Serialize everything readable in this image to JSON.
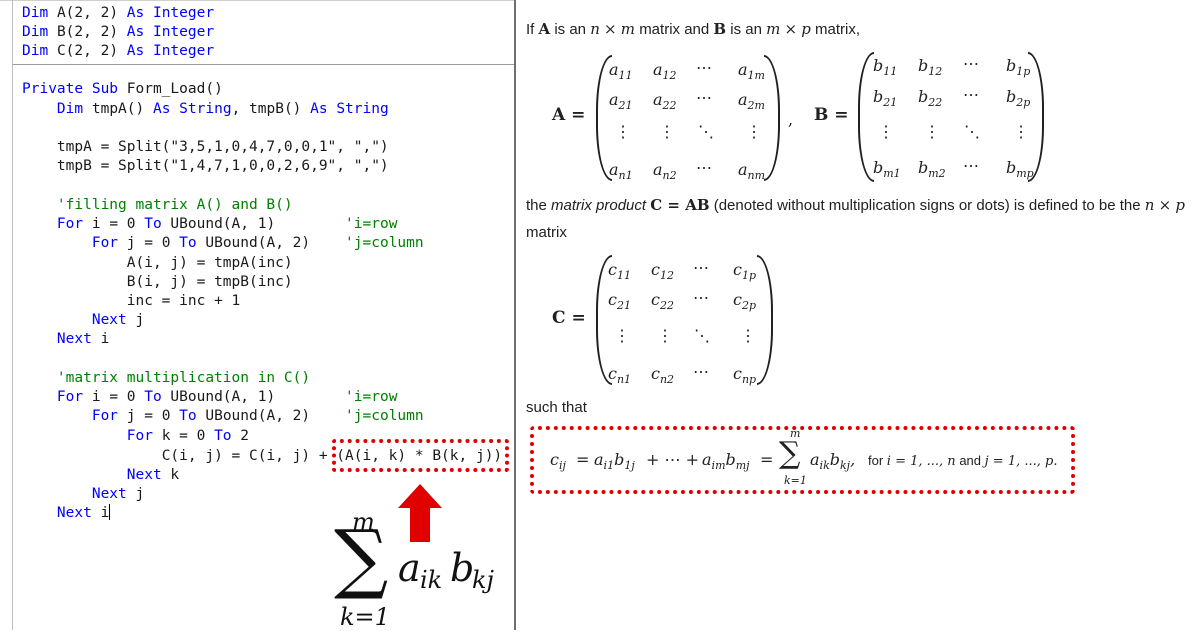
{
  "code": {
    "lines": [
      {
        "y": 4,
        "html_parts": [
          [
            "kw",
            "Dim "
          ],
          [
            "",
            "A(2, 2) "
          ],
          [
            "kw",
            "As Integer"
          ]
        ]
      },
      {
        "y": 23,
        "html_parts": [
          [
            "kw",
            "Dim "
          ],
          [
            "",
            "B(2, 2) "
          ],
          [
            "kw",
            "As Integer"
          ]
        ]
      },
      {
        "y": 42,
        "html_parts": [
          [
            "kw",
            "Dim "
          ],
          [
            "",
            "C(2, 2) "
          ],
          [
            "kw",
            "As Integer"
          ]
        ]
      }
    ],
    "dim_a": "Dim",
    "dim_a_rest": "A(2, 2)",
    "as_integer": "As Integer",
    "dim_b_rest": "B(2, 2)",
    "dim_c_rest": "C(2, 2)",
    "sub_decl_kw": "Private Sub",
    "sub_decl_name": "Form_Load()",
    "dim_tmp_kw": "Dim",
    "dim_tmp_a": "tmpA()",
    "as_string": "As String",
    "dim_tmp_b": ", tmpB()",
    "tmpA_line": "tmpA = Split(\"3,5,1,0,4,7,0,0,1\", \",\")",
    "tmpB_line": "tmpB = Split(\"1,4,7,1,0,0,2,6,9\", \",\")",
    "comment_fill": "'filling matrix A() and B()",
    "for": "For",
    "to": "To",
    "next": "Next",
    "for_i_mid": " i = 0 ",
    "ubound_a1": " UBound(A, 1)",
    "for_j_mid": " j = 0 ",
    "ubound_a2": " UBound(A, 2)",
    "for_k_mid": " k = 0 ",
    "two": " 2",
    "comment_row": "'i=row",
    "comment_col": "'j=column",
    "a_assign": "A(i, j) = tmpA(inc)",
    "b_assign": "B(i, j) = tmpB(inc)",
    "inc_line": "inc = inc + 1",
    "next_j": " j",
    "next_i": " i",
    "next_k": " k",
    "comment_mult": "'matrix multiplication in C()",
    "c_assign_left": "C(i, j) = C(i, j) + ",
    "c_assign_right": "(A(i, k) * B(k, j))"
  },
  "sum_formula": {
    "upper": "m",
    "lower": "k=1",
    "term_a": "a",
    "term_a_sub": "ik",
    "term_b": "b",
    "term_b_sub": "kj"
  },
  "article": {
    "intro_if": "If",
    "intro_A": "A",
    "intro_is_an": "is an",
    "intro_n": "n",
    "intro_x": "×",
    "intro_m": "m",
    "intro_matrix_and": "matrix and",
    "intro_B": "B",
    "intro_is_an2": "is an",
    "intro_m2": "m",
    "intro_p": "p",
    "intro_matrix": "matrix,",
    "product_prefix": "the",
    "product_em": "matrix product",
    "product_C_eq_AB": "C = AB",
    "product_rest": "(denoted without multiplication signs or dots) is defined to be the",
    "product_n": "n",
    "product_x": "×",
    "product_p": "p",
    "product_matrix": "matrix",
    "such_that": "such that",
    "matrix_A_label": "A =",
    "matrix_B_label": "B =",
    "comma": ",",
    "matrix_C_label": "C =",
    "formula_left": "c",
    "formula_left_sub": "ij",
    "formula_rest": " = a",
    "formula_for": "for",
    "formula_i_range": "i = 1, ..., n",
    "formula_and": "and",
    "formula_j_range": "j = 1, ..., p."
  },
  "colors": {
    "keyword": "#0000ff",
    "comment": "#008000",
    "highlight": "#e00000",
    "arrow": "#e00000"
  }
}
